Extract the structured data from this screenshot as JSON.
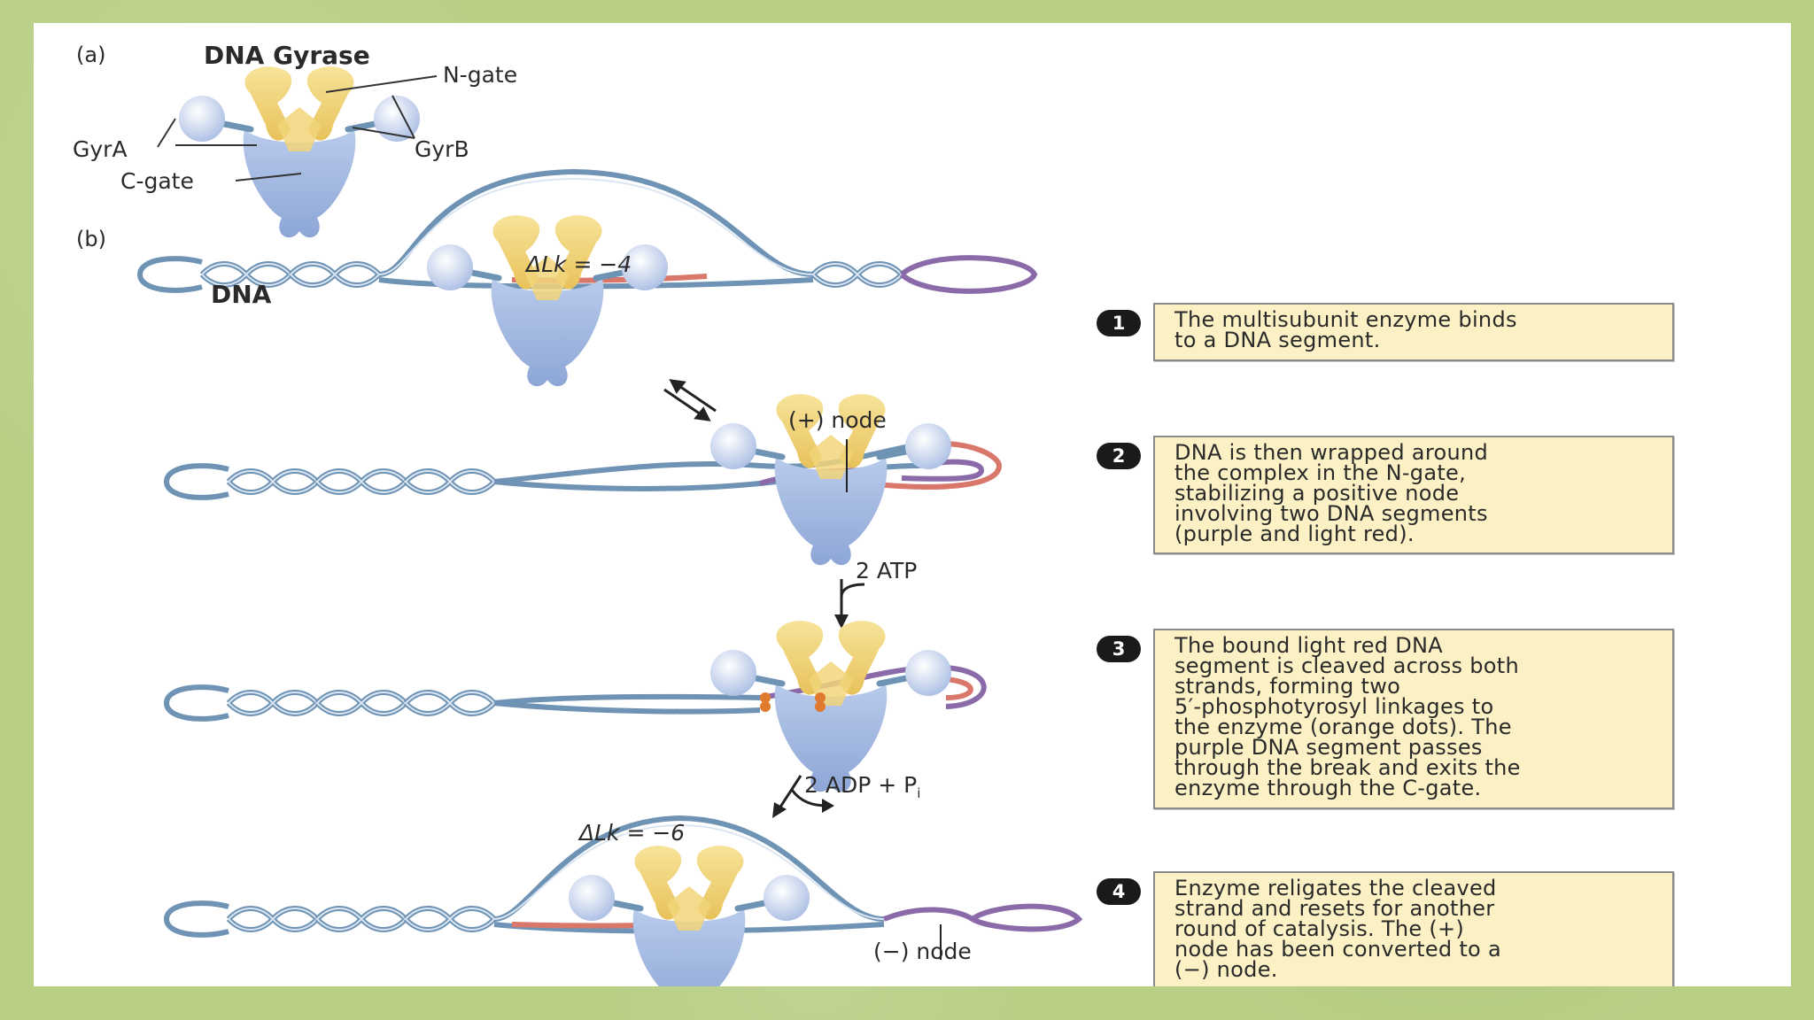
{
  "panel_a": {
    "tag": "(a)",
    "title": "DNA Gyrase",
    "labels": {
      "n_gate": "N-gate",
      "gyra": "GyrA",
      "gyrb": "GyrB",
      "c_gate": "C-gate"
    }
  },
  "panel_b": {
    "tag": "(b)",
    "dna_label": "DNA",
    "delta_lk_start": "ΔLk = −4",
    "delta_lk_end": "ΔLk = −6",
    "plus_node": "(+) node",
    "minus_node": "(−) node",
    "atp": "2 ATP",
    "adp": "2 ADP + P",
    "adp_sub": "i"
  },
  "steps": [
    {
      "num": "1",
      "lines": [
        "The multisubunit enzyme binds",
        "to a DNA segment."
      ]
    },
    {
      "num": "2",
      "lines": [
        "DNA is then wrapped around",
        "the complex in the N-gate,",
        "stabilizing a positive node",
        "involving two DNA segments",
        "(purple and light red)."
      ]
    },
    {
      "num": "3",
      "lines": [
        "The bound light red DNA",
        "segment is cleaved across both",
        "strands, forming two",
        "5′-phosphotyrosyl linkages to",
        "the enzyme (orange dots). The",
        "purple DNA segment passes",
        "through the break and exits the",
        "enzyme through the C-gate."
      ]
    },
    {
      "num": "4",
      "lines": [
        "Enzyme religates the cleaved",
        "strand and resets for another",
        "round of catalysis. The (+)",
        "node has been converted to a",
        "(−) node."
      ]
    }
  ],
  "colors": {
    "background": "#b9cf86",
    "dna": "#6f93b5",
    "purple": "#8a6aa8",
    "red": "#d9776a",
    "gyra": "#a9bde3",
    "gyrb": "#f2d57a",
    "caption_box": "#fbf1c4"
  }
}
